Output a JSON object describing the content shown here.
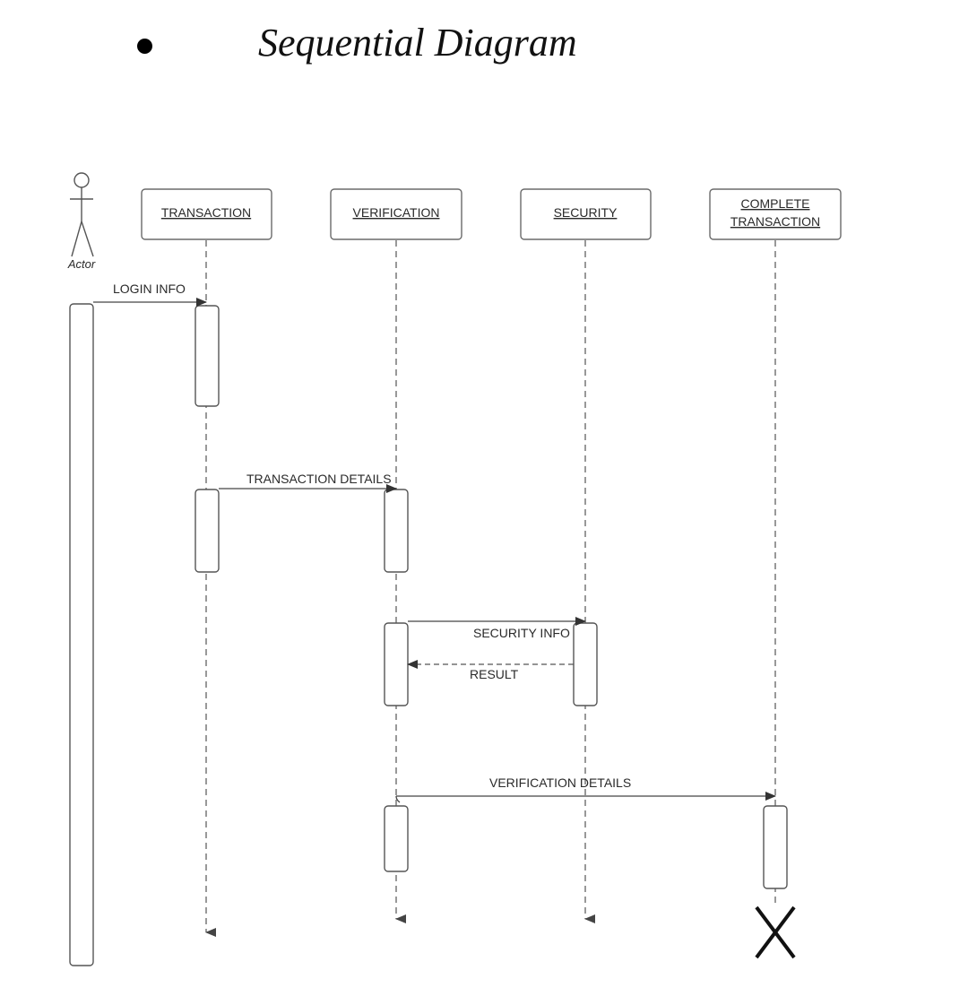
{
  "heading": {
    "title": "Sequential Diagram"
  },
  "actor": {
    "label": "Actor"
  },
  "participants": [
    {
      "id": "transaction",
      "lines": [
        "TRANSACTION"
      ]
    },
    {
      "id": "verification",
      "lines": [
        "VERIFICATION"
      ]
    },
    {
      "id": "security",
      "lines": [
        "SECURITY"
      ]
    },
    {
      "id": "complete_transaction",
      "lines": [
        "COMPLETE",
        "TRANSACTION"
      ]
    }
  ],
  "messages": [
    {
      "from": "actor",
      "to": "transaction",
      "label": "LOGIN INFO",
      "kind": "sync"
    },
    {
      "from": "transaction",
      "to": "verification",
      "label": "TRANSACTION DETAILS",
      "kind": "sync"
    },
    {
      "from": "verification",
      "to": "security",
      "label": "SECURITY INFO",
      "kind": "sync"
    },
    {
      "from": "security",
      "to": "verification",
      "label": "RESULT",
      "kind": "return"
    },
    {
      "from": "verification",
      "to": "complete_transaction",
      "label": "VERIFICATION DETAILS",
      "kind": "sync"
    }
  ],
  "termination": {
    "participant": "complete_transaction",
    "symbol": "destroy-x-icon"
  },
  "colors": {
    "line": "#555555",
    "text": "#2a2a2a"
  }
}
